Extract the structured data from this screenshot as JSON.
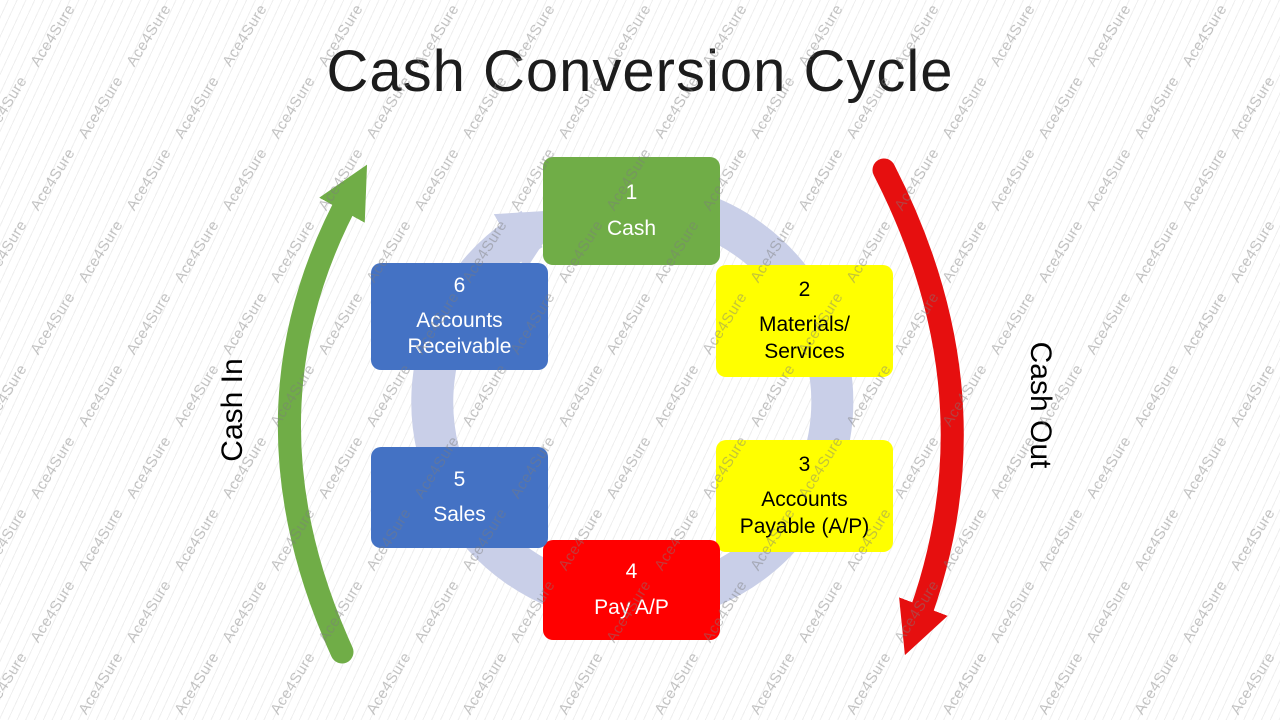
{
  "title": "Cash Conversion Cycle",
  "watermark": {
    "text": "Ace4Sure"
  },
  "side_labels": {
    "cash_in": "Cash In",
    "cash_out": "Cash Out"
  },
  "steps": [
    {
      "number": "1",
      "label": "Cash",
      "fill": "#70AD47",
      "text_color": "#FFFFFF"
    },
    {
      "number": "2",
      "label": "Materials/\nServices",
      "fill": "#FFFF00",
      "text_color": "#000000"
    },
    {
      "number": "3",
      "label": "Accounts\nPayable (A/P)",
      "fill": "#FFFF00",
      "text_color": "#000000"
    },
    {
      "number": "4",
      "label": "Pay A/P",
      "fill": "#FF0000",
      "text_color": "#FFFFFF"
    },
    {
      "number": "5",
      "label": "Sales",
      "fill": "#4472C4",
      "text_color": "#FFFFFF"
    },
    {
      "number": "6",
      "label": "Accounts\nReceivable",
      "fill": "#4472C4",
      "text_color": "#FFFFFF"
    }
  ],
  "arrows": {
    "ring_color": "#C9CFE8",
    "cash_in_color": "#70AD47",
    "cash_out_color": "#E60F0F"
  }
}
